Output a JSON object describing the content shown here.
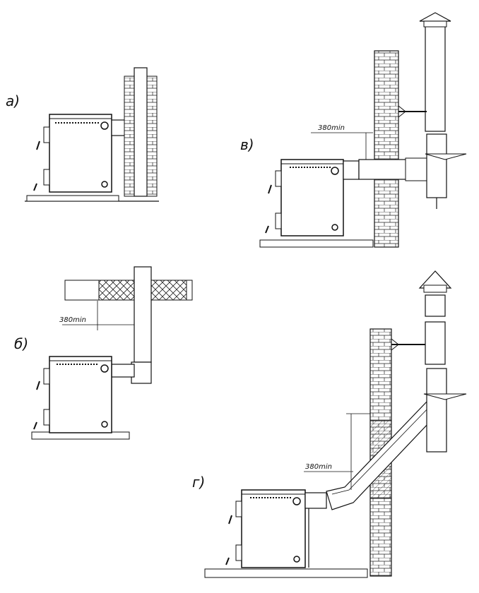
{
  "panels": {
    "a": {
      "label": "а)"
    },
    "b": {
      "label": "б)",
      "clearance": "380min"
    },
    "v": {
      "label": "в)",
      "clearance": "380min"
    },
    "g": {
      "label": "г)",
      "clearance": "380min"
    }
  }
}
